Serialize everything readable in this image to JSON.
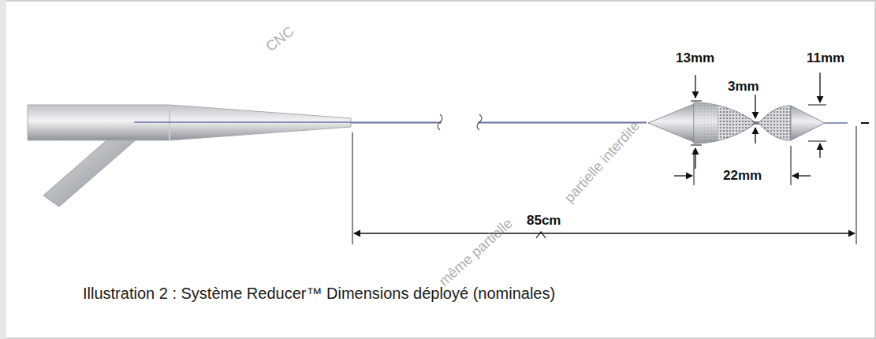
{
  "diagram": {
    "caption": "Illustration 2 : Système Reducer™ Dimensions déployé (nominales)",
    "labels": [
      "13mm",
      "11mm",
      "3mm",
      "22mm",
      "85cm",
      "CNC",
      "partielle interdite",
      "même partielle"
    ]
  }
}
